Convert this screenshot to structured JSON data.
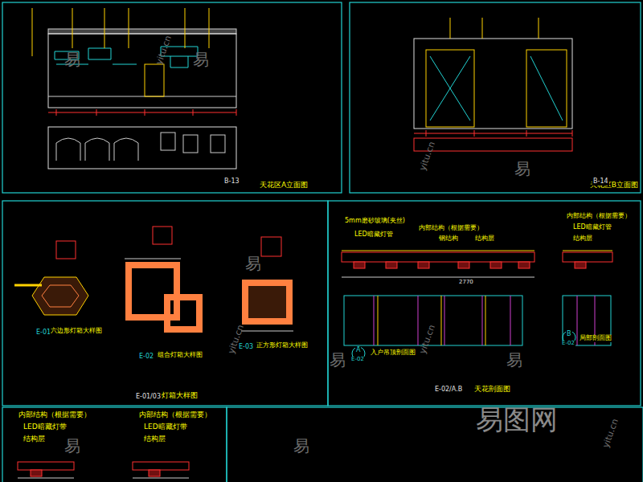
{
  "diagram": {
    "nodes": [
      {
        "text": [
          "天花区A立面图"
        ]
      },
      {
        "text": [
          "天花区B立面图"
        ]
      },
      {
        "text": [
          "灯箱大样图"
        ]
      },
      {
        "text": [
          "天花剖面图"
        ]
      }
    ],
    "labels": [
      "B-13",
      "B-14",
      "E-01",
      "六边形灯箱大样图",
      "E-02",
      "组合灯箱大样图",
      "E-03",
      "正方形灯箱大样图",
      "E-01/03",
      "5mm磨砂玻璃(夹丝)",
      "LED暗藏灯管",
      "内部结构（根据需要）",
      "钢结构",
      "结构层",
      "内部结构（根据需要）",
      "LED暗藏灯管",
      "结构层",
      "2770",
      "A",
      "E-02",
      "入户吊顶剖面图",
      "B",
      "E-02",
      "局部剖面图",
      "E-02/A.B",
      "内部结构（根据需要）",
      "LED暗藏灯带",
      "结构层",
      "内部结构（根据需要）",
      "LED暗藏灯带",
      "结构层",
      "易",
      "易",
      "易",
      "易",
      "易",
      "易",
      "易",
      "易",
      "yitu.cn",
      "yitu.cn",
      "yitu.cn",
      "yitu.cn",
      "yitu.cn",
      "易图网"
    ]
  }
}
